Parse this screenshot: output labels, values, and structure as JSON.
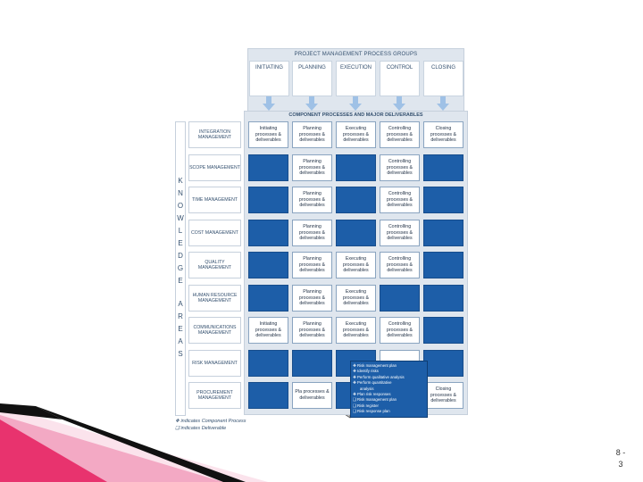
{
  "header": {
    "title": "PROJECT MANAGEMENT PROCESS GROUPS"
  },
  "groups": [
    "INITIATING",
    "PLANNING",
    "EXECUTION",
    "CONTROL",
    "CLOSING"
  ],
  "matrix": {
    "title": "COMPONENT PROCESSES AND MAJOR DELIVERABLES"
  },
  "knowledge_areas_letters": [
    "K",
    "N",
    "O",
    "W",
    "L",
    "E",
    "D",
    "G",
    "E",
    "A",
    "R",
    "E",
    "A",
    "S"
  ],
  "rows": [
    {
      "label": "INTEGRATION MANAGEMENT",
      "cells": [
        "Initiating processes & deliverables",
        "Planning processes & deliverables",
        "Executing processes & deliverables",
        "Controlling processes & deliverables",
        "Closing processes & deliverables"
      ]
    },
    {
      "label": "SCOPE MANAGEMENT",
      "cells": [
        "",
        "Planning processes & deliverables",
        "",
        "Controlling processes & deliverables",
        ""
      ]
    },
    {
      "label": "TIME MANAGEMENT",
      "cells": [
        "",
        "Planning processes & deliverables",
        "",
        "Controlling processes & deliverables",
        ""
      ]
    },
    {
      "label": "COST MANAGEMENT",
      "cells": [
        "",
        "Planning processes & deliverables",
        "",
        "Controlling processes & deliverables",
        ""
      ]
    },
    {
      "label": "QUALITY MANAGEMENT",
      "cells": [
        "",
        "Planning processes & deliverables",
        "Executing processes & deliverables",
        "Controlling processes & deliverables",
        ""
      ]
    },
    {
      "label": "HUMAN RESOURCE MANAGEMENT",
      "cells": [
        "",
        "Planning processes & deliverables",
        "Executing processes & deliverables",
        "",
        ""
      ]
    },
    {
      "label": "COMMUNICATIONS MANAGEMENT",
      "cells": [
        "Initiating processes & deliverables",
        "Planning processes & deliverables",
        "Executing processes & deliverables",
        "Controlling processes & deliverables",
        ""
      ]
    },
    {
      "label": "RISK MANAGEMENT",
      "cells": [
        "",
        "",
        "",
        "Controlling",
        ""
      ]
    },
    {
      "label": "PROCUREMENT MANAGEMENT",
      "cells": [
        "",
        "Pla processes & deliverables",
        "",
        "",
        "Closing processes & deliverables"
      ]
    }
  ],
  "callout": {
    "lines": [
      "❖ Risk management plan",
      "❖ Identify risks",
      "❖ Perform qualitative analysis",
      "❖ Perform quantitative",
      "analysis",
      "❖ Plan risk responses",
      "❑ Risk management plan",
      "❑ Risk register",
      "❑ Risk response plan"
    ]
  },
  "legend": {
    "line1": "❖ indicates Component Process",
    "line2": "❑ indicates Deliverable"
  },
  "page_number": "8 -\n3",
  "colors": {
    "cell_blue": "#1d5ea8",
    "frame": "#dfe6ee",
    "accent_pink": "#e8336e",
    "ribbon_dark": "#111111"
  }
}
